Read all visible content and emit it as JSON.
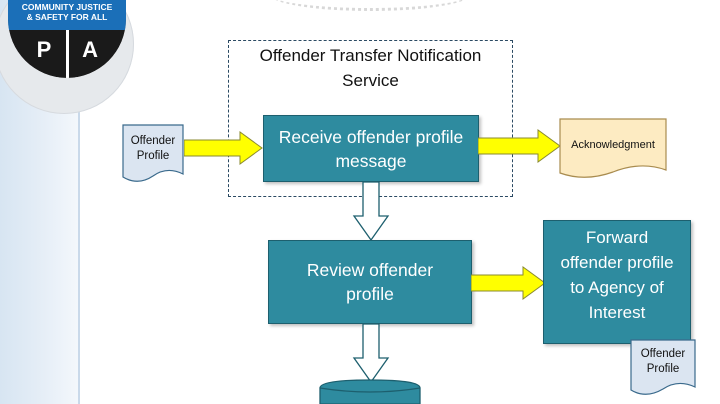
{
  "logo": {
    "top_text_line1": "COMMUNITY JUSTICE",
    "top_text_line2": "& SAFETY FOR ALL",
    "letter_left": "P",
    "letter_right": "A"
  },
  "diagram": {
    "service_box": {
      "title_line1": "Offender Transfer Notification",
      "title_line2": "Service"
    },
    "nodes": {
      "offender_profile_input": {
        "line1": "Offender",
        "line2": "Profile"
      },
      "receive": {
        "line1": "Receive offender profile",
        "line2": "message"
      },
      "acknowledgment": {
        "label": "Acknowledgment"
      },
      "review": {
        "line1": "Review offender",
        "line2": "profile"
      },
      "forward": {
        "line1": "Forward",
        "line2": "offender profile",
        "line3": "to Agency of",
        "line4": "Interest"
      },
      "offender_profile_output": {
        "line1": "Offender",
        "line2": "Profile"
      }
    },
    "colors": {
      "process_fill": "#2e8b9f",
      "document_fill": "#dbe5f1",
      "acknowledgment_fill": "#fdebc2",
      "flow_arrow": "#ffff00",
      "down_arrow": "#ffffff"
    }
  }
}
